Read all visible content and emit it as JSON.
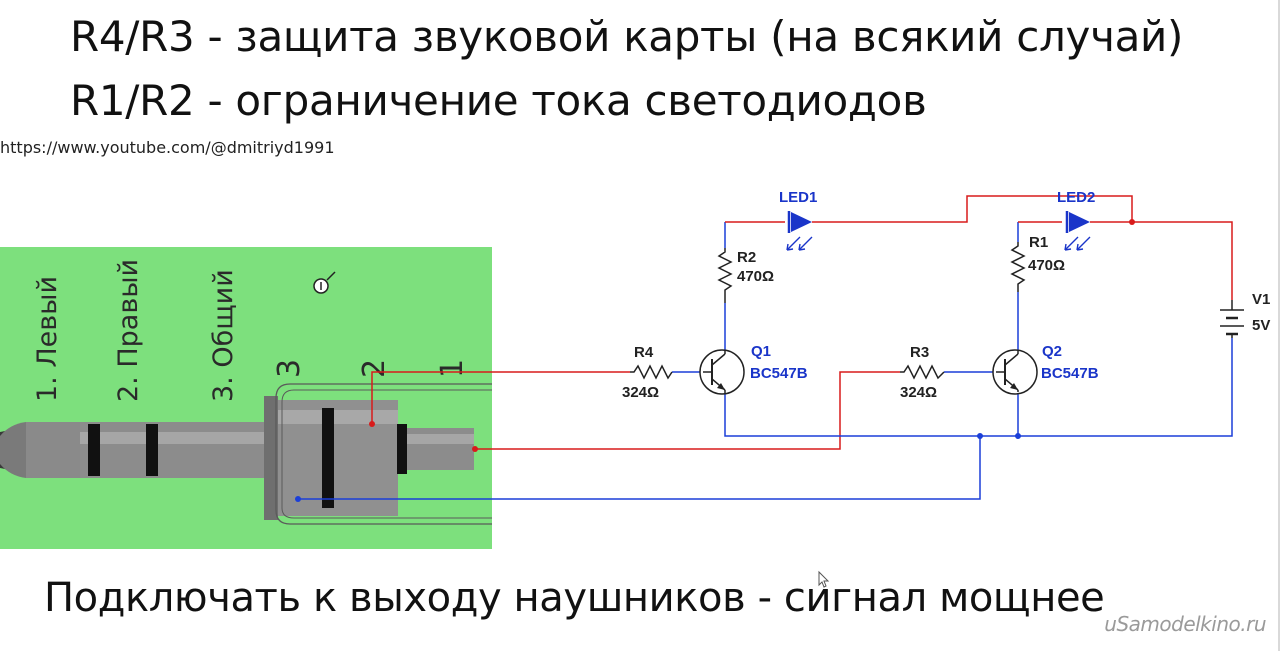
{
  "headings": {
    "line1": "R4/R3 - защита звуковой карты (на всякий случай)",
    "line2": "R1/R2 - ограничение тока светодиодов"
  },
  "url": "https://www.youtube.com/@dmitriyd1991",
  "plug": {
    "labels": [
      "1. Левый",
      "2. Правый",
      "3. Общий"
    ],
    "pin_numbers": [
      "3",
      "2",
      "1"
    ],
    "background": "#7de07d"
  },
  "components": {
    "led1": {
      "name": "LED1"
    },
    "led2": {
      "name": "LED2"
    },
    "r1": {
      "name": "R1",
      "value": "470Ω"
    },
    "r2": {
      "name": "R2",
      "value": "470Ω"
    },
    "r3": {
      "name": "R3",
      "value": "324Ω"
    },
    "r4": {
      "name": "R4",
      "value": "324Ω"
    },
    "q1": {
      "name": "Q1",
      "model": "BC547B"
    },
    "q2": {
      "name": "Q2",
      "model": "BC547B"
    },
    "v1": {
      "name": "V1",
      "value": "5V"
    }
  },
  "colors": {
    "wire_red": "#d81b1b",
    "wire_blue": "#1b3fd8",
    "component_label": "#1a35c9",
    "schematic_black": "#222222"
  },
  "note": "Подключать к выходу наушников - сигнал мощнее",
  "watermark": "uSamodelkino.ru"
}
